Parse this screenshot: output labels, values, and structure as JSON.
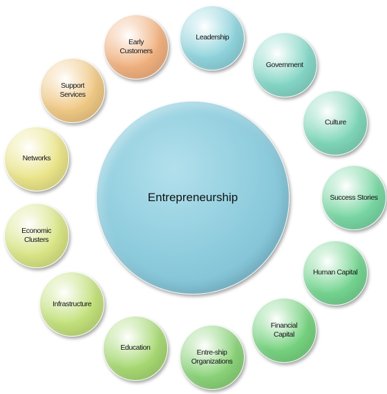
{
  "center": {
    "label": "Entrepreneurship",
    "color": "#8ccbdc"
  },
  "nodes": [
    {
      "label": "Leadership",
      "color": "#8fd3dc"
    },
    {
      "label": "Government",
      "color": "#84d6c6"
    },
    {
      "label": "Culture",
      "color": "#7fd6b8"
    },
    {
      "label": "Success Stories",
      "color": "#78d6a2"
    },
    {
      "label": "Human Capital",
      "color": "#74d490"
    },
    {
      "label": "Financial\nCapital",
      "color": "#76d27f"
    },
    {
      "label": "Entre-ship\nOrganizations",
      "color": "#8ad278"
    },
    {
      "label": "Education",
      "color": "#a6d872"
    },
    {
      "label": "Infrastructure",
      "color": "#c2e07a"
    },
    {
      "label": "Economic\nClusters",
      "color": "#d8e484"
    },
    {
      "label": "Networks",
      "color": "#e9e488"
    },
    {
      "label": "Support\nServices",
      "color": "#efc884"
    },
    {
      "label": "Early\nCustomers",
      "color": "#f0b07e"
    }
  ]
}
